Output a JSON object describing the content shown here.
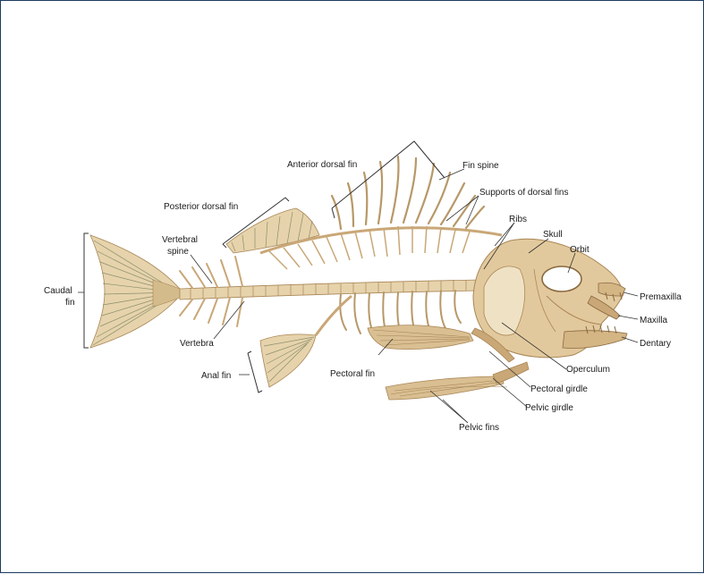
{
  "labels": {
    "anterior_dorsal_fin": "Anterior dorsal fin",
    "fin_spine": "Fin spine",
    "supports_of_dorsal_fins": "Supports of dorsal fins",
    "posterior_dorsal_fin": "Posterior dorsal fin",
    "ribs": "Ribs",
    "skull": "Skull",
    "orbit": "Orbit",
    "vertebral_spine_line1": "Vertebral",
    "vertebral_spine_line2": "spine",
    "caudal_fin_line1": "Caudal",
    "caudal_fin_line2": "fin",
    "premaxilla": "Premaxilla",
    "maxilla": "Maxilla",
    "dentary": "Dentary",
    "vertebra": "Vertebra",
    "anal_fin": "Anal fin",
    "pectoral_fin": "Pectoral fin",
    "operculum": "Operculum",
    "pectoral_girdle": "Pectoral girdle",
    "pelvic_girdle": "Pelvic girdle",
    "pelvic_fins": "Pelvic fins"
  },
  "colors": {
    "bone": "#e6d3ac",
    "bone_dark": "#c9a777",
    "bone_shadow": "#a98656",
    "fin_ray_green": "#6f8f7a",
    "leader_line": "#333333",
    "frame_border": "#1d3a5f"
  }
}
